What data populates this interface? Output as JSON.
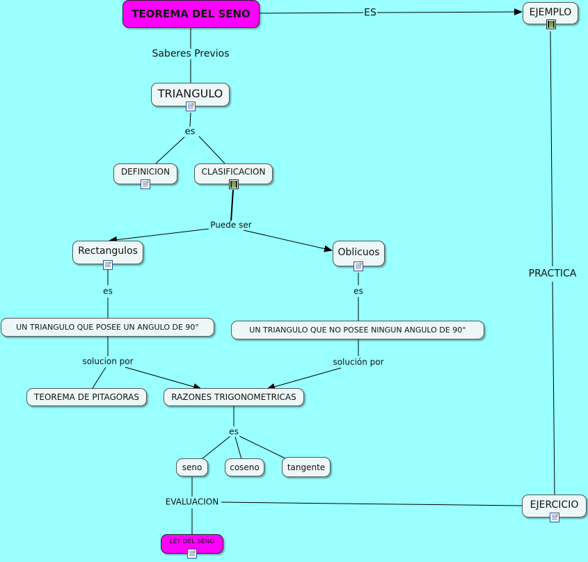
{
  "colors": {
    "background": "#99ffff",
    "node_fill": "#eef7f8",
    "node_highlight": "#ff00ff",
    "line": "#000000"
  },
  "nodes": {
    "teorema": "TEOREMA DEL SENO",
    "ejemplo": "EJEMPLO",
    "triangulo": "TRIANGULO",
    "definicion": "DEFINICION",
    "clasificacion": "CLASIFICACION",
    "rectangulos": "Rectangulos",
    "oblicuos": "Oblicuos",
    "rect_def": "UN TRIANGULO QUE POSEE UN ANGULO DE 90°",
    "obl_def": "UN TRIANGULO QUE NO POSEE NINGUN ANGULO DE 90°",
    "pitagoras": "TEOREMA DE PITAGORAS",
    "razones": "RAZONES TRIGONOMETRICAS",
    "seno": "seno",
    "coseno": "coseno",
    "tangente": "tangente",
    "ejercicio": "EJERCICIO",
    "ley": "LEY DEL SENO"
  },
  "links": {
    "es_top": "ES",
    "saberes": "Saberes Previos",
    "es_triangulo": "es",
    "puede_ser": "Puede ser",
    "es_rect": "es",
    "es_obl": "es",
    "solucion_por": "solucion por",
    "solucion_por_2": "solución por",
    "es_razones": "es",
    "evaluacion": "EVALUACION",
    "practica": "PRACTICA"
  },
  "icons": {
    "triangulo": "document-icon",
    "definicion": "document-icon",
    "clasificacion": "film-icon",
    "rectangulos": "document-icon",
    "oblicuos": "document-icon",
    "ejemplo": "film-icon",
    "ejercicio": "document-icon",
    "ley": "document-icon"
  }
}
